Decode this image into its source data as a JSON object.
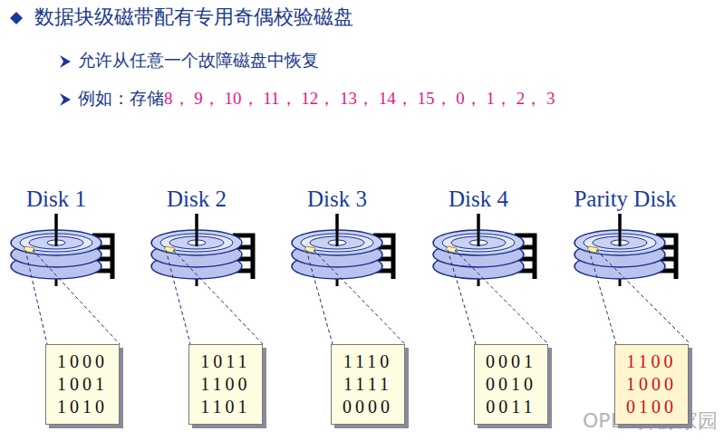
{
  "diagram": {
    "title": "数据块级磁带配有专用奇偶校验磁盘",
    "nodes": [
      {
        "text": [
          "1000",
          "1001",
          "1010"
        ]
      },
      {
        "text": [
          "1011",
          "1100",
          "1101"
        ]
      },
      {
        "text": [
          "1110",
          "1111",
          "0000"
        ]
      },
      {
        "text": [
          "0001",
          "0010",
          "0011"
        ]
      },
      {
        "text": [
          "1100",
          "1000",
          "0100"
        ]
      }
    ],
    "labels": [
      "允许从任意一个故障磁盘中恢复",
      "例如：存储",
      "8， 9， 10， 11， 12， 13， 14， 15， 0， 1， 2， 3",
      "Disk 1",
      "Disk 2",
      "Disk 3",
      "Disk 4",
      "Parity Disk",
      "OPEN开源家园"
    ]
  }
}
